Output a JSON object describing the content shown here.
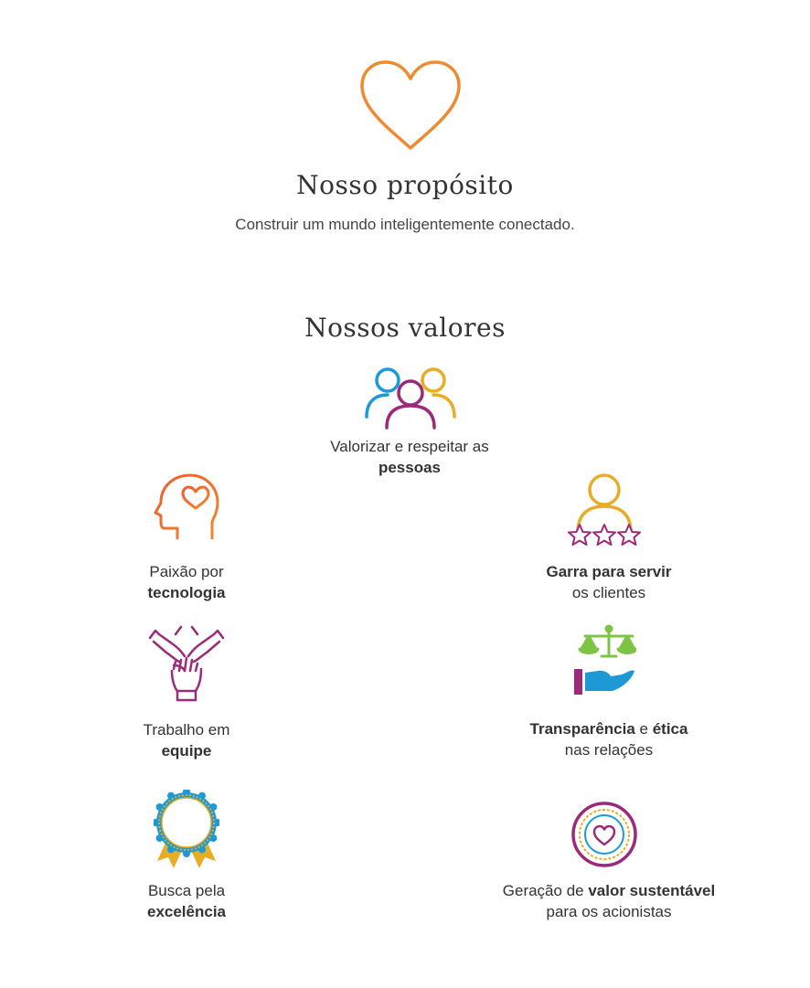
{
  "purpose": {
    "title": "Nosso propósito",
    "text": "Construir um mundo inteligentemente conectado."
  },
  "values_section": {
    "title": "Nossos valores",
    "items": [
      {
        "icon": "people-icon",
        "line1": "Valorizar e respeitar as",
        "line2": "pessoas"
      },
      {
        "icon": "head-heart-icon",
        "line1": "Paixão por",
        "line2": "tecnologia"
      },
      {
        "icon": "customer-stars-icon",
        "line1": "Garra para servir",
        "line2": "os clientes"
      },
      {
        "icon": "teamwork-hands-icon",
        "line1": "Trabalho em",
        "line2": "equipe"
      },
      {
        "icon": "scale-hand-icon",
        "line1a": "Transparência",
        "line1b": " e ",
        "line1c": "ética",
        "line2": "nas relações"
      },
      {
        "icon": "medal-icon",
        "line1": "Busca pela",
        "line2": "excelência"
      },
      {
        "icon": "heart-seal-icon",
        "line1a": "Geração de ",
        "line1b": "valor sustentável",
        "line2": "para os acionistas"
      }
    ]
  },
  "colors": {
    "orange": "#ef8a2f",
    "purple": "#9b2b7a",
    "blue": "#1d9ad6",
    "yellow": "#e7ad25",
    "green": "#7dc443",
    "red_orange": "#ef5b2f"
  }
}
